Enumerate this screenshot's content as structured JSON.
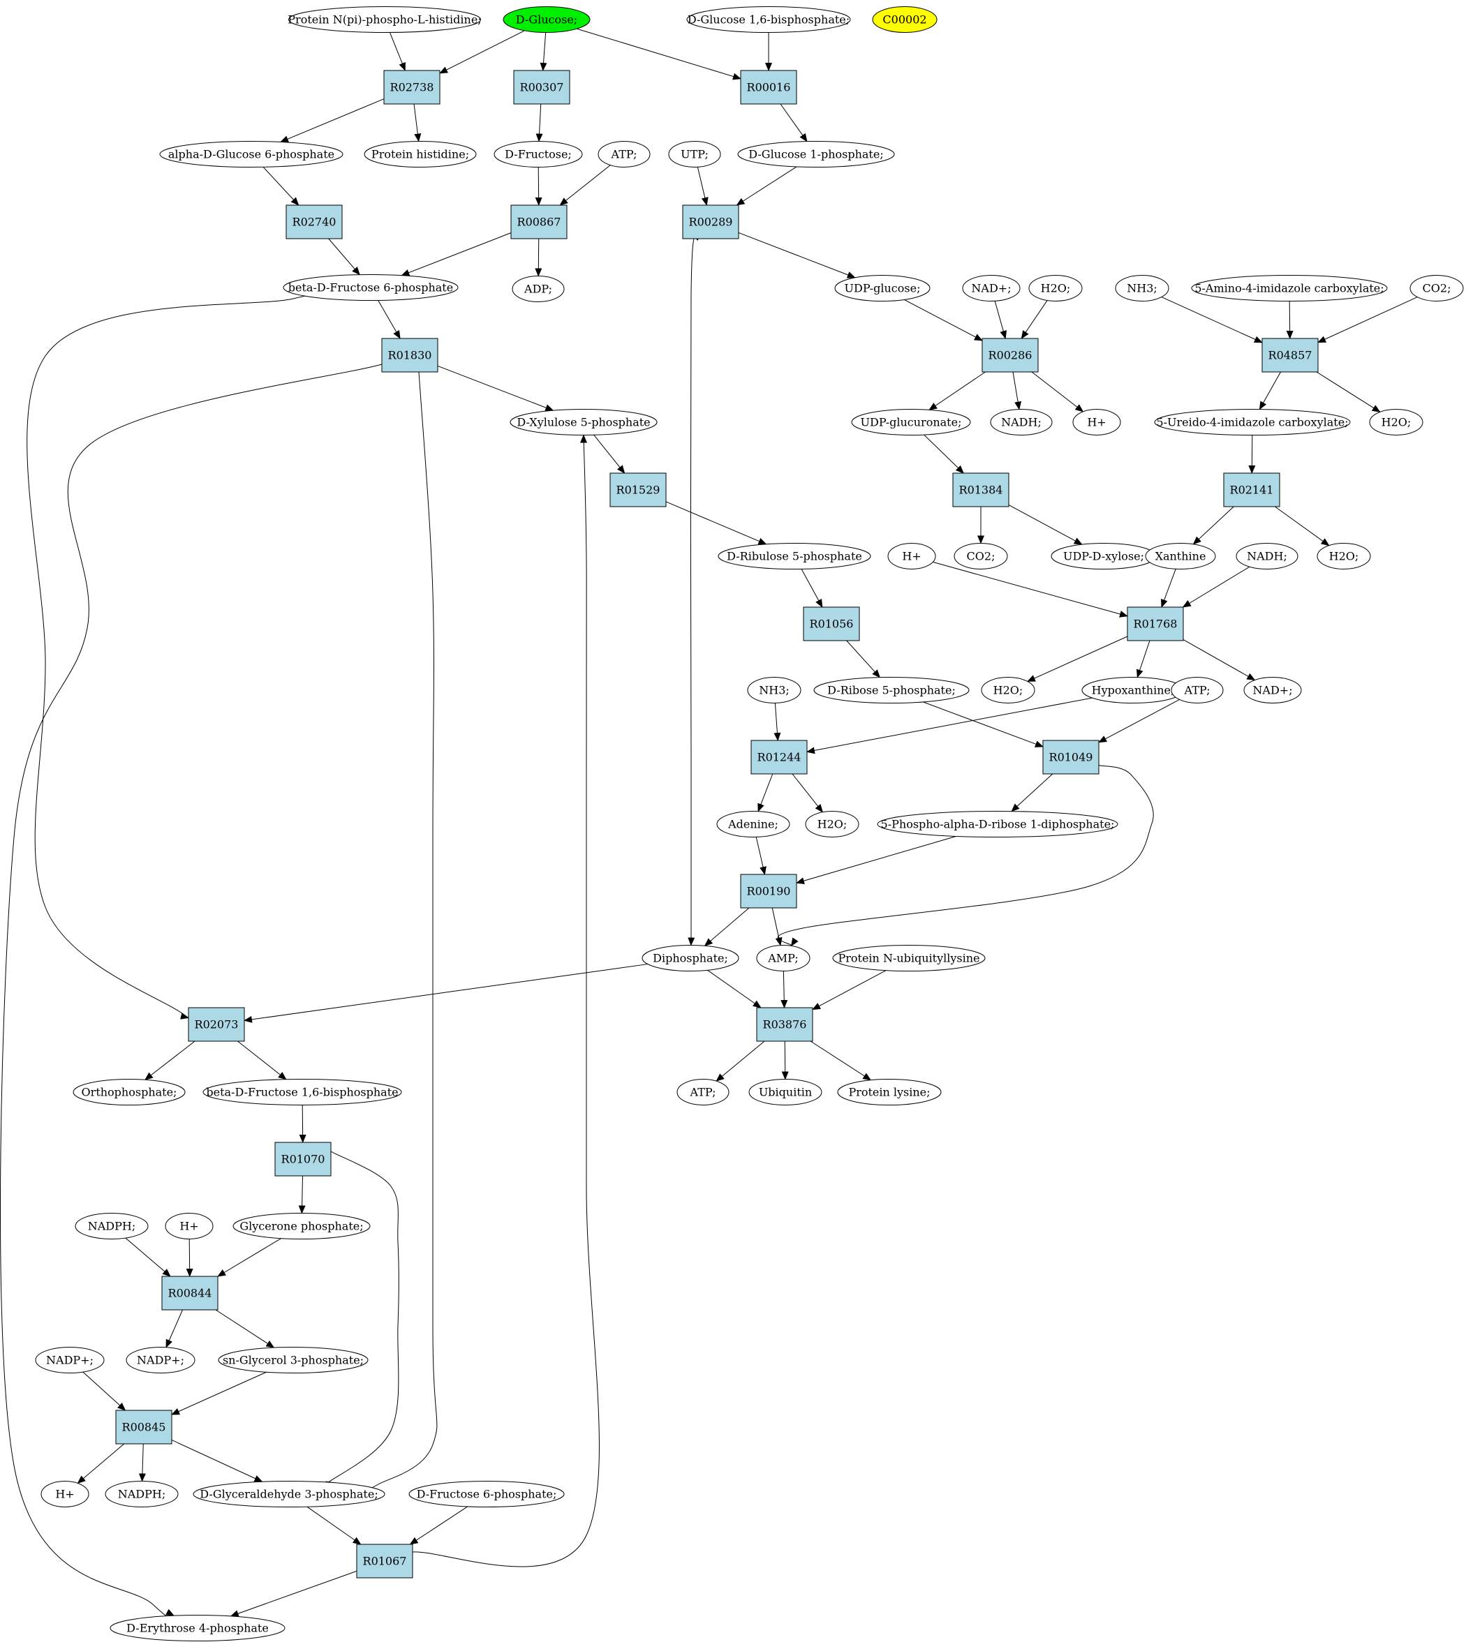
{
  "colors": {
    "reaction_fill": "#add8e6",
    "compound_fill": "#ffffff",
    "start_fill": "#00ee00",
    "highlight_fill": "#ffff00",
    "stroke": "#000000"
  },
  "nodes": [
    {
      "id": "c_pnph",
      "label": "Protein N(pi)-phospho-L-histidine;",
      "kind": "compound"
    },
    {
      "id": "c_dglc",
      "label": "D-Glucose;",
      "kind": "start"
    },
    {
      "id": "c_dg16",
      "label": "D-Glucose 1,6-bisphosphate;",
      "kind": "compound"
    },
    {
      "id": "c_c00002",
      "label": "C00002",
      "kind": "highlight"
    },
    {
      "id": "r_R02738",
      "label": "R02738",
      "kind": "reaction"
    },
    {
      "id": "r_R00307",
      "label": "R00307",
      "kind": "reaction"
    },
    {
      "id": "r_R00016",
      "label": "R00016",
      "kind": "reaction"
    },
    {
      "id": "c_ag6p",
      "label": "alpha-D-Glucose 6-phosphate",
      "kind": "compound"
    },
    {
      "id": "c_phis",
      "label": "Protein histidine;",
      "kind": "compound"
    },
    {
      "id": "c_dfru",
      "label": "D-Fructose;",
      "kind": "compound"
    },
    {
      "id": "c_atp1",
      "label": "ATP;",
      "kind": "compound"
    },
    {
      "id": "c_utp",
      "label": "UTP;",
      "kind": "compound"
    },
    {
      "id": "c_dg1p",
      "label": "D-Glucose 1-phosphate;",
      "kind": "compound"
    },
    {
      "id": "r_R02740",
      "label": "R02740",
      "kind": "reaction"
    },
    {
      "id": "r_R00867",
      "label": "R00867",
      "kind": "reaction"
    },
    {
      "id": "r_R00289",
      "label": "R00289",
      "kind": "reaction"
    },
    {
      "id": "c_bf6p",
      "label": "beta-D-Fructose 6-phosphate",
      "kind": "compound"
    },
    {
      "id": "c_adp",
      "label": "ADP;",
      "kind": "compound"
    },
    {
      "id": "c_udpg",
      "label": "UDP-glucose;",
      "kind": "compound"
    },
    {
      "id": "c_nad1",
      "label": "NAD+;",
      "kind": "compound"
    },
    {
      "id": "c_h2o1",
      "label": "H2O;",
      "kind": "compound"
    },
    {
      "id": "c_nh3a",
      "label": "NH3;",
      "kind": "compound"
    },
    {
      "id": "c_aica",
      "label": "5-Amino-4-imidazole carboxylate;",
      "kind": "compound"
    },
    {
      "id": "c_co2a",
      "label": "CO2;",
      "kind": "compound"
    },
    {
      "id": "r_R01830",
      "label": "R01830",
      "kind": "reaction"
    },
    {
      "id": "r_R00286",
      "label": "R00286",
      "kind": "reaction"
    },
    {
      "id": "r_R04857",
      "label": "R04857",
      "kind": "reaction"
    },
    {
      "id": "c_dx5p",
      "label": "D-Xylulose 5-phosphate",
      "kind": "compound"
    },
    {
      "id": "c_udpgu",
      "label": "UDP-glucuronate;",
      "kind": "compound"
    },
    {
      "id": "c_nadh1",
      "label": "NADH;",
      "kind": "compound"
    },
    {
      "id": "c_hp1",
      "label": "H+",
      "kind": "compound"
    },
    {
      "id": "c_uica",
      "label": "5-Ureido-4-imidazole carboxylate;",
      "kind": "compound"
    },
    {
      "id": "c_h2o2",
      "label": "H2O;",
      "kind": "compound"
    },
    {
      "id": "r_R01529",
      "label": "R01529",
      "kind": "reaction"
    },
    {
      "id": "r_R01384",
      "label": "R01384",
      "kind": "reaction"
    },
    {
      "id": "r_R02141",
      "label": "R02141",
      "kind": "reaction"
    },
    {
      "id": "c_dr5p",
      "label": "D-Ribulose 5-phosphate",
      "kind": "compound"
    },
    {
      "id": "c_hp2",
      "label": "H+",
      "kind": "compound"
    },
    {
      "id": "c_co2b",
      "label": "CO2;",
      "kind": "compound"
    },
    {
      "id": "c_udpx",
      "label": "UDP-D-xylose;",
      "kind": "compound"
    },
    {
      "id": "c_xan",
      "label": "Xanthine",
      "kind": "compound"
    },
    {
      "id": "c_nadh2",
      "label": "NADH;",
      "kind": "compound"
    },
    {
      "id": "c_h2o3",
      "label": "H2O;",
      "kind": "compound"
    },
    {
      "id": "r_R01056",
      "label": "R01056",
      "kind": "reaction"
    },
    {
      "id": "r_R01768",
      "label": "R01768",
      "kind": "reaction"
    },
    {
      "id": "c_nh3b",
      "label": "NH3;",
      "kind": "compound"
    },
    {
      "id": "c_drib5p",
      "label": "D-Ribose 5-phosphate;",
      "kind": "compound"
    },
    {
      "id": "c_h2o4",
      "label": "H2O;",
      "kind": "compound"
    },
    {
      "id": "c_hypx",
      "label": "Hypoxanthine;",
      "kind": "compound"
    },
    {
      "id": "c_atp2",
      "label": "ATP;",
      "kind": "compound"
    },
    {
      "id": "c_nad2",
      "label": "NAD+;",
      "kind": "compound"
    },
    {
      "id": "r_R01244",
      "label": "R01244",
      "kind": "reaction"
    },
    {
      "id": "r_R01049",
      "label": "R01049",
      "kind": "reaction"
    },
    {
      "id": "c_ade",
      "label": "Adenine;",
      "kind": "compound"
    },
    {
      "id": "c_h2o5",
      "label": "H2O;",
      "kind": "compound"
    },
    {
      "id": "c_prpp",
      "label": "5-Phospho-alpha-D-ribose 1-diphosphate;",
      "kind": "compound"
    },
    {
      "id": "r_R00190",
      "label": "R00190",
      "kind": "reaction"
    },
    {
      "id": "c_ppi",
      "label": "Diphosphate;",
      "kind": "compound"
    },
    {
      "id": "c_amp",
      "label": "AMP;",
      "kind": "compound"
    },
    {
      "id": "c_pnul",
      "label": "Protein N-ubiquityllysine",
      "kind": "compound"
    },
    {
      "id": "r_R02073",
      "label": "R02073",
      "kind": "reaction"
    },
    {
      "id": "r_R03876",
      "label": "R03876",
      "kind": "reaction"
    },
    {
      "id": "c_pi",
      "label": "Orthophosphate;",
      "kind": "compound"
    },
    {
      "id": "c_fbp",
      "label": "beta-D-Fructose 1,6-bisphosphate",
      "kind": "compound"
    },
    {
      "id": "c_atp3",
      "label": "ATP;",
      "kind": "compound"
    },
    {
      "id": "c_ubq",
      "label": "Ubiquitin",
      "kind": "compound"
    },
    {
      "id": "c_plys",
      "label": "Protein lysine;",
      "kind": "compound"
    },
    {
      "id": "r_R01070",
      "label": "R01070",
      "kind": "reaction"
    },
    {
      "id": "c_nadph1",
      "label": "NADPH;",
      "kind": "compound"
    },
    {
      "id": "c_hp3",
      "label": "H+",
      "kind": "compound"
    },
    {
      "id": "c_glycp",
      "label": "Glycerone phosphate;",
      "kind": "compound"
    },
    {
      "id": "r_R00844",
      "label": "R00844",
      "kind": "reaction"
    },
    {
      "id": "c_nadp1",
      "label": "NADP+;",
      "kind": "compound"
    },
    {
      "id": "c_nadp2",
      "label": "NADP+;",
      "kind": "compound"
    },
    {
      "id": "c_sng3p",
      "label": "sn-Glycerol 3-phosphate;",
      "kind": "compound"
    },
    {
      "id": "r_R00845",
      "label": "R00845",
      "kind": "reaction"
    },
    {
      "id": "c_hp4",
      "label": "H+",
      "kind": "compound"
    },
    {
      "id": "c_nadph2",
      "label": "NADPH;",
      "kind": "compound"
    },
    {
      "id": "c_g3p",
      "label": "D-Glyceraldehyde 3-phosphate;",
      "kind": "compound"
    },
    {
      "id": "c_df6p",
      "label": "D-Fructose 6-phosphate;",
      "kind": "compound"
    },
    {
      "id": "r_R01067",
      "label": "R01067",
      "kind": "reaction"
    },
    {
      "id": "c_e4p",
      "label": "D-Erythrose 4-phosphate",
      "kind": "compound"
    }
  ],
  "edges": [
    {
      "from": "c_pnph",
      "to": "r_R02738"
    },
    {
      "from": "c_dglc",
      "to": "r_R02738"
    },
    {
      "from": "c_dglc",
      "to": "r_R00307"
    },
    {
      "from": "c_dglc",
      "to": "r_R00016"
    },
    {
      "from": "c_dg16",
      "to": "r_R00016"
    },
    {
      "from": "r_R02738",
      "to": "c_ag6p"
    },
    {
      "from": "r_R02738",
      "to": "c_phis"
    },
    {
      "from": "r_R00307",
      "to": "c_dfru"
    },
    {
      "from": "r_R00016",
      "to": "c_dg1p"
    },
    {
      "from": "c_ag6p",
      "to": "r_R02740"
    },
    {
      "from": "c_dfru",
      "to": "r_R00867"
    },
    {
      "from": "c_atp1",
      "to": "r_R00867"
    },
    {
      "from": "c_utp",
      "to": "r_R00289"
    },
    {
      "from": "c_dg1p",
      "to": "r_R00289"
    },
    {
      "from": "r_R02740",
      "to": "c_bf6p"
    },
    {
      "from": "r_R00867",
      "to": "c_bf6p"
    },
    {
      "from": "r_R00867",
      "to": "c_adp"
    },
    {
      "from": "r_R00289",
      "to": "c_udpg"
    },
    {
      "from": "r_R00289",
      "to": "c_ppi"
    },
    {
      "from": "c_bf6p",
      "to": "r_R01830"
    },
    {
      "from": "c_bf6p",
      "to": "r_R02073"
    },
    {
      "from": "c_udpg",
      "to": "r_R00286"
    },
    {
      "from": "c_nad1",
      "to": "r_R00286"
    },
    {
      "from": "c_h2o1",
      "to": "r_R00286"
    },
    {
      "from": "c_nh3a",
      "to": "r_R04857"
    },
    {
      "from": "c_aica",
      "to": "r_R04857"
    },
    {
      "from": "c_co2a",
      "to": "r_R04857"
    },
    {
      "from": "r_R01830",
      "to": "c_dx5p"
    },
    {
      "from": "r_R01830",
      "to": "c_e4p"
    },
    {
      "from": "r_R00286",
      "to": "c_udpgu"
    },
    {
      "from": "r_R00286",
      "to": "c_nadh1"
    },
    {
      "from": "r_R00286",
      "to": "c_hp1"
    },
    {
      "from": "r_R04857",
      "to": "c_uica"
    },
    {
      "from": "r_R04857",
      "to": "c_h2o2"
    },
    {
      "from": "c_dx5p",
      "to": "r_R01529"
    },
    {
      "from": "c_udpgu",
      "to": "r_R01384"
    },
    {
      "from": "c_uica",
      "to": "r_R02141"
    },
    {
      "from": "r_R01529",
      "to": "c_dr5p"
    },
    {
      "from": "r_R01384",
      "to": "c_co2b"
    },
    {
      "from": "r_R01384",
      "to": "c_udpx"
    },
    {
      "from": "r_R02141",
      "to": "c_xan"
    },
    {
      "from": "r_R02141",
      "to": "c_h2o3"
    },
    {
      "from": "c_dr5p",
      "to": "r_R01056"
    },
    {
      "from": "c_hp2",
      "to": "r_R01768"
    },
    {
      "from": "c_xan",
      "to": "r_R01768"
    },
    {
      "from": "c_nadh2",
      "to": "r_R01768"
    },
    {
      "from": "r_R01056",
      "to": "c_drib5p"
    },
    {
      "from": "r_R01768",
      "to": "c_h2o4"
    },
    {
      "from": "r_R01768",
      "to": "c_hypx"
    },
    {
      "from": "r_R01768",
      "to": "c_nad2"
    },
    {
      "from": "c_nh3b",
      "to": "r_R01244"
    },
    {
      "from": "c_hypx",
      "to": "r_R01244"
    },
    {
      "from": "c_drib5p",
      "to": "r_R01049"
    },
    {
      "from": "c_atp2",
      "to": "r_R01049"
    },
    {
      "from": "r_R01244",
      "to": "c_ade"
    },
    {
      "from": "r_R01244",
      "to": "c_h2o5"
    },
    {
      "from": "r_R01049",
      "to": "c_prpp"
    },
    {
      "from": "r_R01049",
      "to": "c_amp"
    },
    {
      "from": "c_ade",
      "to": "r_R00190"
    },
    {
      "from": "c_prpp",
      "to": "r_R00190"
    },
    {
      "from": "r_R00190",
      "to": "c_ppi"
    },
    {
      "from": "r_R00190",
      "to": "c_amp"
    },
    {
      "from": "c_ppi",
      "to": "r_R02073"
    },
    {
      "from": "c_ppi",
      "to": "r_R03876"
    },
    {
      "from": "c_amp",
      "to": "r_R03876"
    },
    {
      "from": "c_pnul",
      "to": "r_R03876"
    },
    {
      "from": "r_R02073",
      "to": "c_pi"
    },
    {
      "from": "r_R02073",
      "to": "c_fbp"
    },
    {
      "from": "r_R03876",
      "to": "c_atp3"
    },
    {
      "from": "r_R03876",
      "to": "c_ubq"
    },
    {
      "from": "r_R03876",
      "to": "c_plys"
    },
    {
      "from": "c_fbp",
      "to": "r_R01070"
    },
    {
      "from": "r_R01070",
      "to": "c_glycp"
    },
    {
      "from": "r_R01070",
      "to": "c_g3p"
    },
    {
      "from": "c_nadph1",
      "to": "r_R00844"
    },
    {
      "from": "c_hp3",
      "to": "r_R00844"
    },
    {
      "from": "c_glycp",
      "to": "r_R00844"
    },
    {
      "from": "r_R00844",
      "to": "c_nadp1"
    },
    {
      "from": "r_R00844",
      "to": "c_sng3p"
    },
    {
      "from": "c_nadp2",
      "to": "r_R00845"
    },
    {
      "from": "c_sng3p",
      "to": "r_R00845"
    },
    {
      "from": "r_R00845",
      "to": "c_hp4"
    },
    {
      "from": "r_R00845",
      "to": "c_nadph2"
    },
    {
      "from": "r_R00845",
      "to": "c_g3p"
    },
    {
      "from": "c_g3p",
      "to": "r_R01830"
    },
    {
      "from": "c_g3p",
      "to": "r_R01067"
    },
    {
      "from": "c_df6p",
      "to": "r_R01067"
    },
    {
      "from": "r_R01067",
      "to": "c_dx5p"
    },
    {
      "from": "r_R01067",
      "to": "c_e4p"
    }
  ]
}
